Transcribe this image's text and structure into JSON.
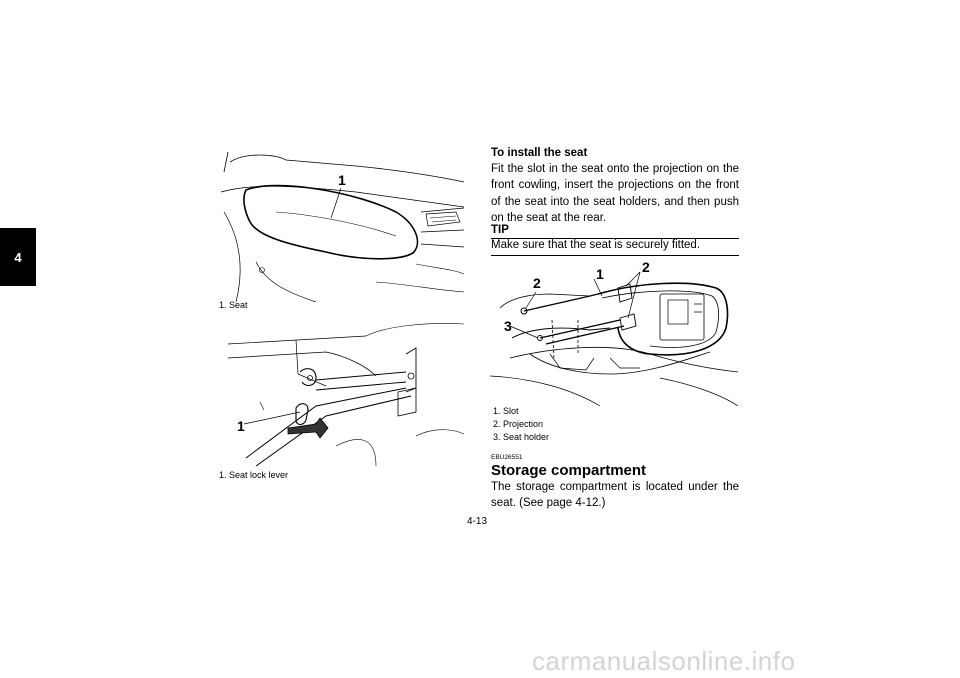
{
  "chapter_tab": "4",
  "figure_top": {
    "callout": "1",
    "caption": "1.  Seat"
  },
  "figure_middle": {
    "callout": "1",
    "caption": "1.  Seat lock lever"
  },
  "install": {
    "heading": "To install the seat",
    "body": "Fit the slot in the seat onto the projection on the front cowling, insert the projections on the front of the seat into the seat holders, and then push on the seat at the rear."
  },
  "tip": {
    "label": "TIP",
    "text": "Make sure that the seat is securely fitted."
  },
  "figure_right": {
    "callouts": [
      "1",
      "2",
      "2",
      "3"
    ],
    "captions": [
      "1.  Slot",
      "2.  Projection",
      "3.  Seat holder"
    ]
  },
  "storage": {
    "code": "EBU26551",
    "title": "Storage compartment",
    "body": "The storage compartment is located under the seat. (See page 4-12.)"
  },
  "page_number": "4-13",
  "watermark": "carmanualsonline.info"
}
